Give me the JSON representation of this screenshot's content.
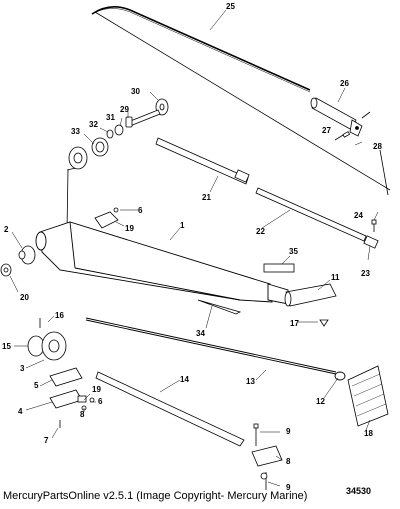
{
  "diagram": {
    "figure_number": "34530",
    "footer_text": "MercuryPartsOnline v2.5.1 (Image Copyright- Mercury Marine)",
    "callouts": {
      "c1": "1",
      "c2": "2",
      "c3": "3",
      "c4": "4",
      "c5": "5",
      "c6a": "6",
      "c6b": "6",
      "c7": "7",
      "c8": "8",
      "c9a": "9",
      "c9b": "9",
      "c11": "11",
      "c12": "12",
      "c13": "13",
      "c14": "14",
      "c15": "15",
      "c16": "16",
      "c17": "17",
      "c18": "18",
      "c19a": "19",
      "c19b": "19",
      "c20": "20",
      "c21": "21",
      "c22": "22",
      "c23": "23",
      "c24": "24",
      "c25": "25",
      "c26": "26",
      "c27": "27",
      "c28": "28",
      "c29": "29",
      "c30": "30",
      "c31": "31",
      "c32": "32",
      "c33": "33",
      "c34": "34",
      "c35": "35"
    }
  }
}
